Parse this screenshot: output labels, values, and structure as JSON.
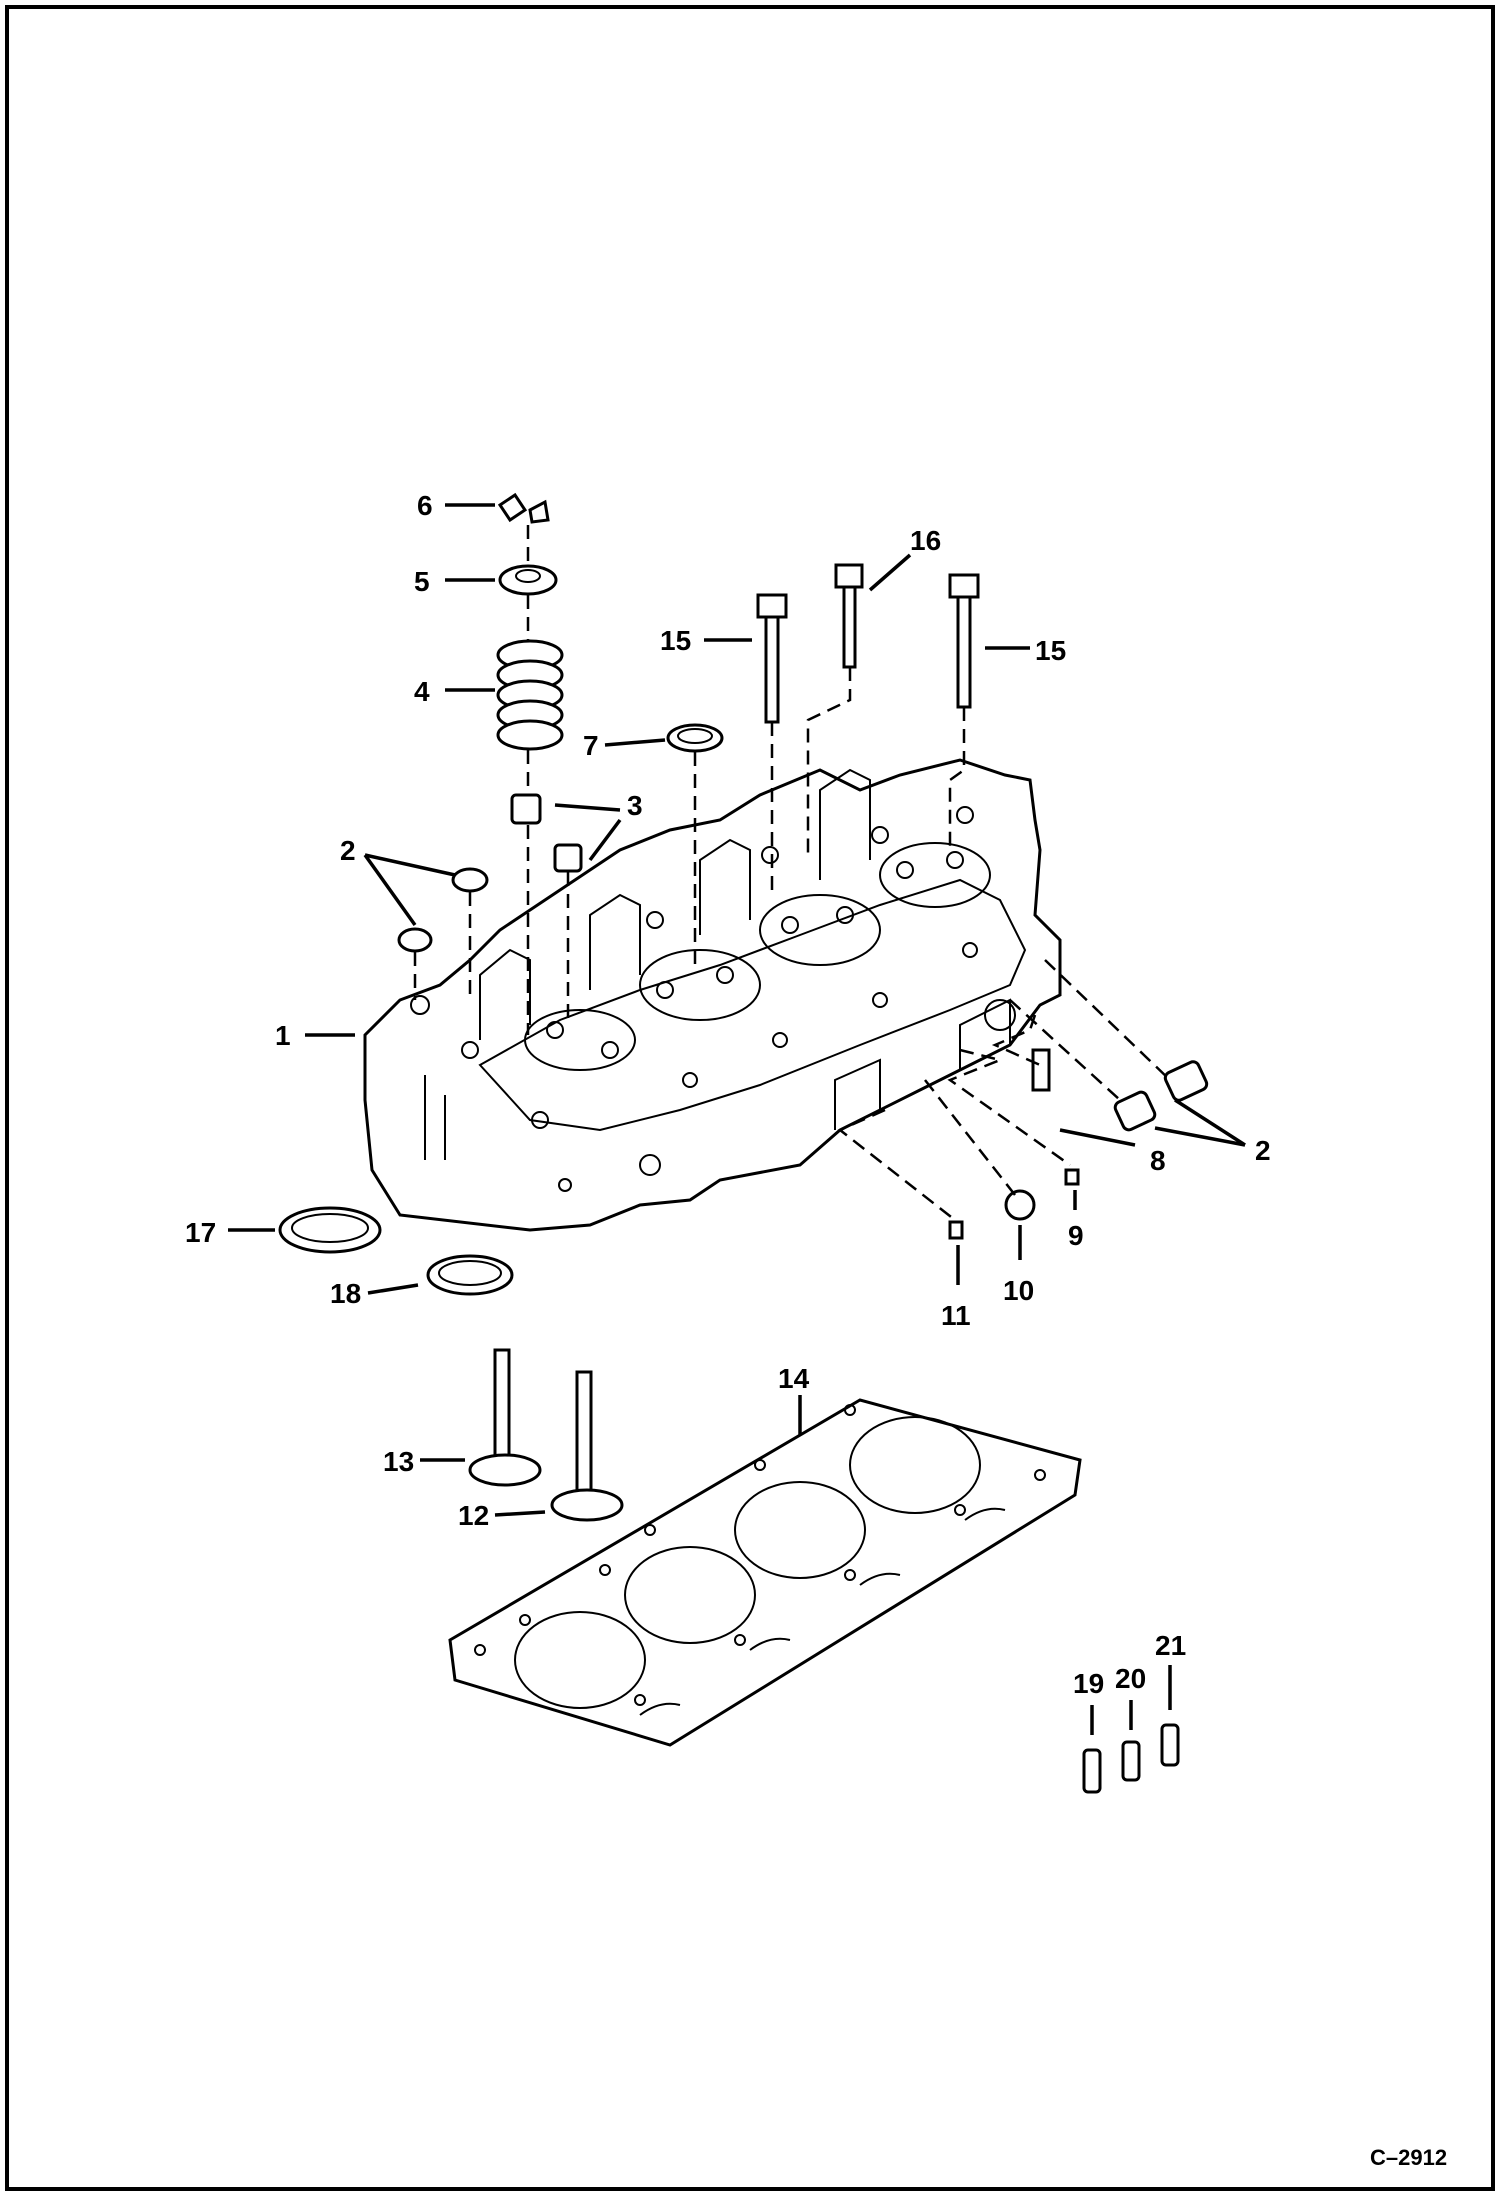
{
  "diagram": {
    "figure_code": "C–2912",
    "callouts": [
      "1",
      "2",
      "3",
      "4",
      "5",
      "6",
      "7",
      "8",
      "9",
      "10",
      "11",
      "12",
      "13",
      "14",
      "15",
      "16",
      "17",
      "18",
      "19",
      "20",
      "21"
    ]
  },
  "colors": {
    "ink": "#000000",
    "paper": "#ffffff"
  }
}
